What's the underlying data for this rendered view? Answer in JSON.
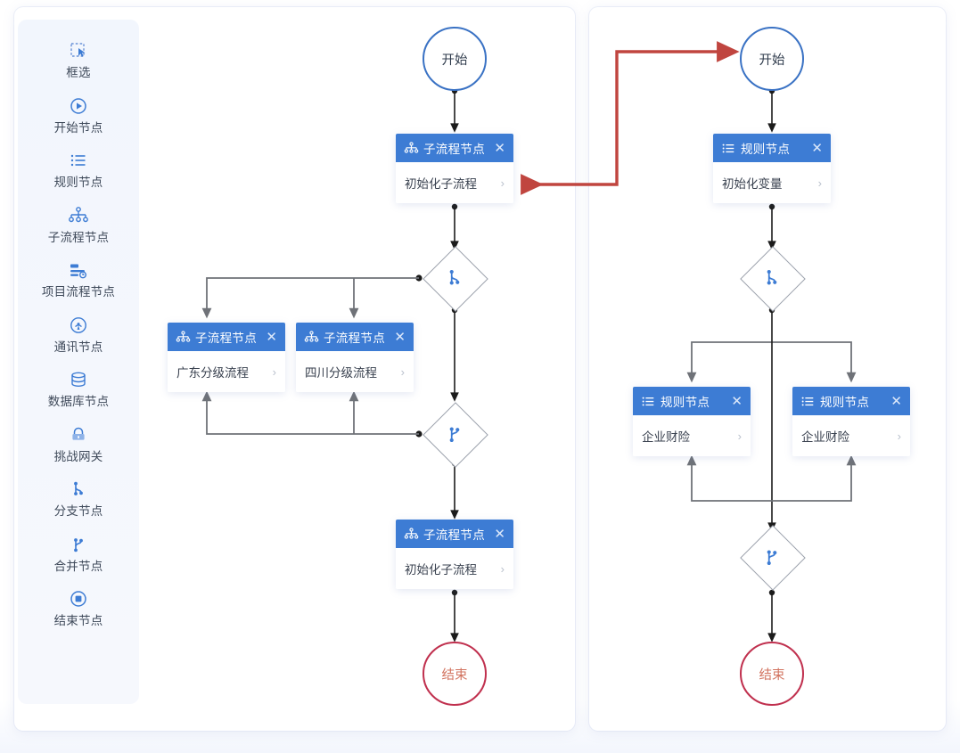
{
  "colors": {
    "header_blue": "#3d7cd4",
    "start_border": "#3a72c4",
    "end_border": "#c0304e",
    "end_text": "#d2735f",
    "link_gray": "#7b7f86",
    "link_dark": "#1b1b1b",
    "highlight_red": "#c0453f",
    "sidebar_bg": "#f3f6fd",
    "icon_blue": "#3d7cd4"
  },
  "sidebar": {
    "items": [
      {
        "label": "框选",
        "icon": "marquee-select-icon"
      },
      {
        "label": "开始节点",
        "icon": "play-circle-icon"
      },
      {
        "label": "规则节点",
        "icon": "rule-list-icon"
      },
      {
        "label": "子流程节点",
        "icon": "subprocess-tree-icon"
      },
      {
        "label": "项目流程节点",
        "icon": "project-flow-icon"
      },
      {
        "label": "通讯节点",
        "icon": "broadcast-icon"
      },
      {
        "label": "数据库节点",
        "icon": "database-icon"
      },
      {
        "label": "挑战网关",
        "icon": "lock-gateway-icon"
      },
      {
        "label": "分支节点",
        "icon": "branch-icon"
      },
      {
        "label": "合并节点",
        "icon": "merge-icon"
      },
      {
        "label": "结束节点",
        "icon": "stop-circle-icon"
      }
    ]
  },
  "left_canvas": {
    "start": {
      "label": "开始"
    },
    "end": {
      "label": "结束"
    },
    "close_label": "✕",
    "chevron": "›",
    "nodes": [
      {
        "id": "init",
        "type": "subprocess",
        "title": "子流程节点",
        "body": "初始化子流程"
      },
      {
        "id": "gd",
        "type": "subprocess",
        "title": "子流程节点",
        "body": "广东分级流程"
      },
      {
        "id": "sc",
        "type": "subprocess",
        "title": "子流程节点",
        "body": "四川分级流程"
      },
      {
        "id": "init2",
        "type": "subprocess",
        "title": "子流程节点",
        "body": "初始化子流程"
      }
    ],
    "gateways": [
      {
        "id": "split",
        "type": "branch"
      },
      {
        "id": "join",
        "type": "merge"
      }
    ]
  },
  "right_canvas": {
    "start": {
      "label": "开始"
    },
    "end": {
      "label": "结束"
    },
    "close_label": "✕",
    "chevron": "›",
    "nodes": [
      {
        "id": "var",
        "type": "rule",
        "title": "规则节点",
        "body": "初始化变量"
      },
      {
        "id": "r1",
        "type": "rule",
        "title": "规则节点",
        "body": "企业财险"
      },
      {
        "id": "r2",
        "type": "rule",
        "title": "规则节点",
        "body": "企业财险"
      }
    ],
    "gateways": [
      {
        "id": "split",
        "type": "branch"
      },
      {
        "id": "join",
        "type": "merge"
      }
    ]
  },
  "link_highlight": {
    "name": "cross-panel-red-link",
    "from": "初始化子流程",
    "to": "开始"
  }
}
